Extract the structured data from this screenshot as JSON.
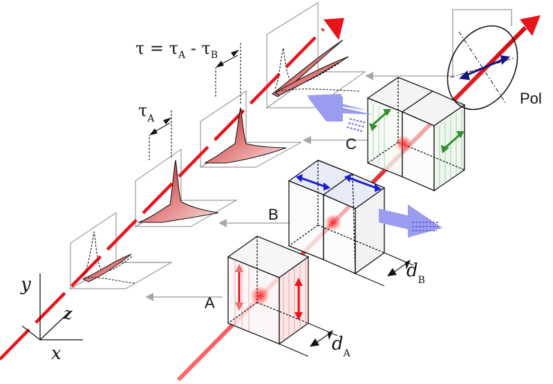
{
  "labels": {
    "formula": {
      "tau": "τ",
      "eq": " = ",
      "tauA_sym": "τ",
      "tauA_sub": "A",
      "minus": " - ",
      "tauB_sym": "τ",
      "tauB_sub": "B"
    },
    "tau_a": {
      "sym": "τ",
      "sub": "A"
    },
    "crystal_a": "A",
    "crystal_b": "B",
    "crystal_c": "C",
    "polarizer": "Pol",
    "d_a": {
      "sym": "d",
      "sub": "A"
    },
    "d_b": {
      "sym": "d",
      "sub": "B"
    },
    "axis_x": "x",
    "axis_y": "y",
    "axis_z": "z"
  },
  "colors": {
    "beam": "#e8141c",
    "pulse_fill": "#f06b6b",
    "blue_arrow": "#1c1ccf",
    "green_arrow": "#2f8f2f",
    "input_arrow": "#9a9cf0",
    "ellipse_arrow": "#141480",
    "panel_line": "#9a9a9a"
  }
}
